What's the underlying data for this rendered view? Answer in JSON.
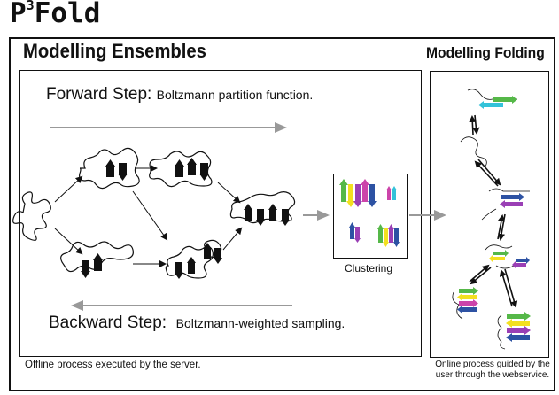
{
  "title": {
    "main": "P",
    "sup": "3",
    "rest": "Fold"
  },
  "left_heading": "Modelling Ensembles",
  "right_heading": "Modelling Folding",
  "forward": {
    "label": "Forward Step:",
    "detail": "Boltzmann partition function."
  },
  "backward": {
    "label": "Backward Step:",
    "detail": "Boltzmann-weighted sampling."
  },
  "clustering_label": "Clustering",
  "offline_note": "Offline process executed by the server.",
  "online_note": "Online process guided by the user through the webservice.",
  "colors": {
    "green": "#55b848",
    "yellow": "#f3e020",
    "purple": "#9a3fb5",
    "blue": "#2d52a3",
    "cyan": "#33c2d9",
    "magenta": "#cc44aa",
    "arrow_gray": "#888888",
    "ink": "#111111"
  }
}
